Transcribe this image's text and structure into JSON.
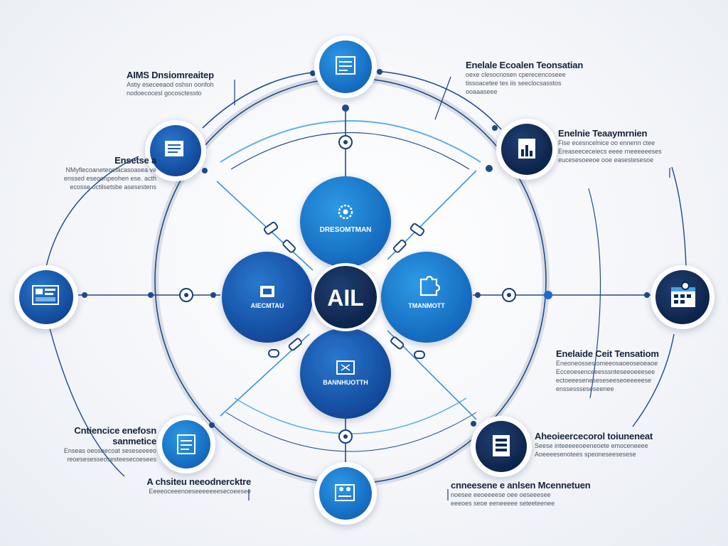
{
  "center": {
    "label": "AIL"
  },
  "hubs": {
    "top": "DRESOMTMAN",
    "left": "AIECMTAU",
    "right": "TMANMOTT",
    "bottom": "BANNHUOTTH"
  },
  "labels": {
    "top_left": {
      "title": "AIMS Dnsiomreaitep",
      "lines": [
        "Astiy eseceeaod oshsn oonfoh",
        "nodoecocesl gocosctessto"
      ]
    },
    "left": {
      "title": "Ensetse a",
      "lines": [
        "NMyflecoaneteoelacasoasea ve",
        "enssed eseoonpeohen ese. acth",
        "ecosse octilsetsbe asesestens"
      ]
    },
    "top_right": {
      "title": "Enelale Ecoalen Teonsatian",
      "lines": [
        "oexe clesocnosen cperecencoseee",
        "tissoacetee tes iis seeclocsasstos",
        "ooaaaseee"
      ]
    },
    "right_upper": {
      "title": "Enelnie Teaaymrnien",
      "lines": [
        "Fise ecesncelnice oo ennenn ctee",
        "Ereaseececeiecs eeee rneeeeeeses",
        "eucesesoeeoe ooe easestesesoe"
      ]
    },
    "right_lower": {
      "title": "Enelaide Ceit Tensatiom",
      "lines": [
        "Eneoneossesiomeeosaoeoseoeaoe",
        "Ecceoesenceeesssnteseeoeeesee",
        "ectoeeeseneseseseeseoeeeeese",
        "enssessseseseenee"
      ]
    },
    "bottom_left": {
      "title": "Cntiencice enefosn sanmetice",
      "lines": [
        "Enseas oeoseecoat seseseeeeo",
        "reoesesesseosesteesecoesees"
      ]
    },
    "bottom_left2": {
      "title": "A chsiteu neeodnercktre",
      "lines": [
        "Eeeeoceeenoeseeeeeeesecoeesee"
      ]
    },
    "bottom_right": {
      "title": "Aheoieercecorol toiuneneat",
      "lines": [
        "Seese inteeeeeoeeneoete emoceneeee",
        "Aoeeeesenotees speoneseesesese"
      ]
    },
    "bottom_right2": {
      "title": "cnneesene e anlsen Mcennetuen",
      "lines": [
        "noesee eeoeeeese oee oeseeesee",
        "eeeoes seoe eeneeeee seteeteenee"
      ]
    }
  },
  "colors": {
    "dark_navy": "#0e2a55",
    "royal_blue": "#1a5fb8",
    "bright_blue": "#2b86d6",
    "azure": "#1a86d9",
    "line": "#2a4f86",
    "light_line": "#6fb8e6"
  },
  "icons": [
    "document-icon",
    "chart-icon",
    "dashboard-icon",
    "gear-icon",
    "puzzle-icon",
    "network-icon",
    "server-icon",
    "calendar-icon",
    "people-icon"
  ]
}
